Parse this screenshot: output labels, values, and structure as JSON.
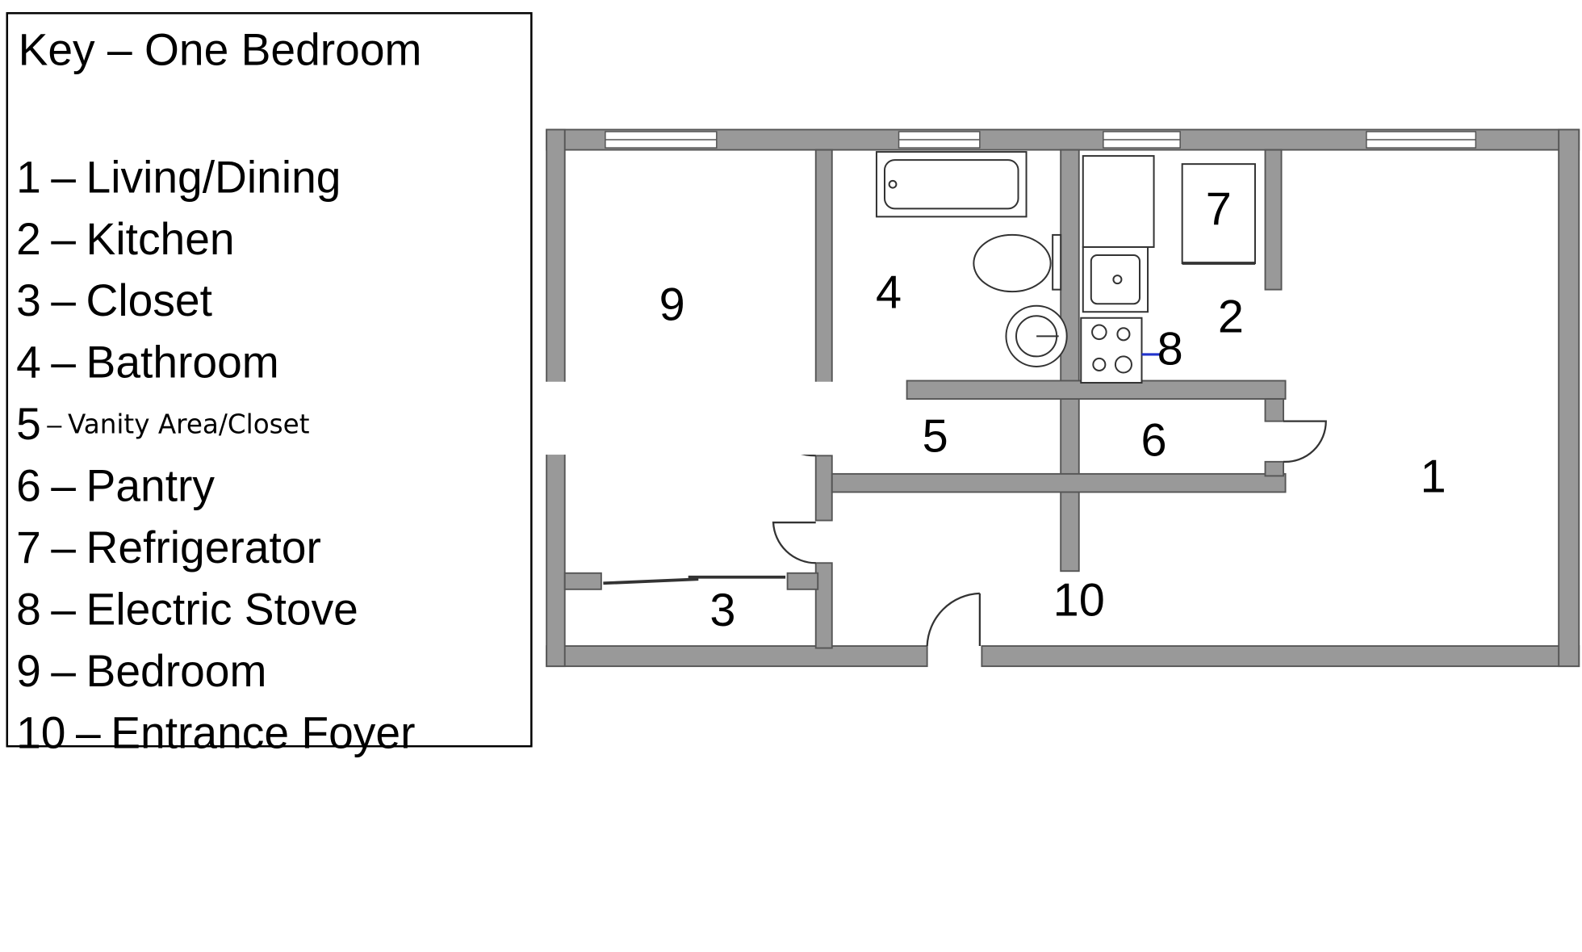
{
  "key": {
    "title": "Key – One Bedroom",
    "items": [
      {
        "num": "1",
        "desc": "Living/Dining"
      },
      {
        "num": "2",
        "desc": "Kitchen"
      },
      {
        "num": "3",
        "desc": "Closet"
      },
      {
        "num": "4",
        "desc": "Bathroom"
      },
      {
        "num": "5",
        "desc": "Vanity Area/Closet"
      },
      {
        "num": "6",
        "desc": "Pantry"
      },
      {
        "num": "7",
        "desc": "Refrigerator"
      },
      {
        "num": "8",
        "desc": "Electric Stove"
      },
      {
        "num": "9",
        "desc": "Bedroom"
      },
      {
        "num": "10",
        "desc": "Entrance Foyer"
      }
    ],
    "separator": "–"
  },
  "plan": {
    "labels": {
      "r1": "1",
      "r2": "2",
      "r3": "3",
      "r4": "4",
      "r5": "5",
      "r6": "6",
      "r7": "7",
      "r8": "8",
      "r9": "9",
      "r10": "10"
    },
    "colors": {
      "wall": "#999999",
      "wall_edge": "#555555",
      "fixture": "#333333",
      "stove_link": "#2233cc"
    }
  }
}
